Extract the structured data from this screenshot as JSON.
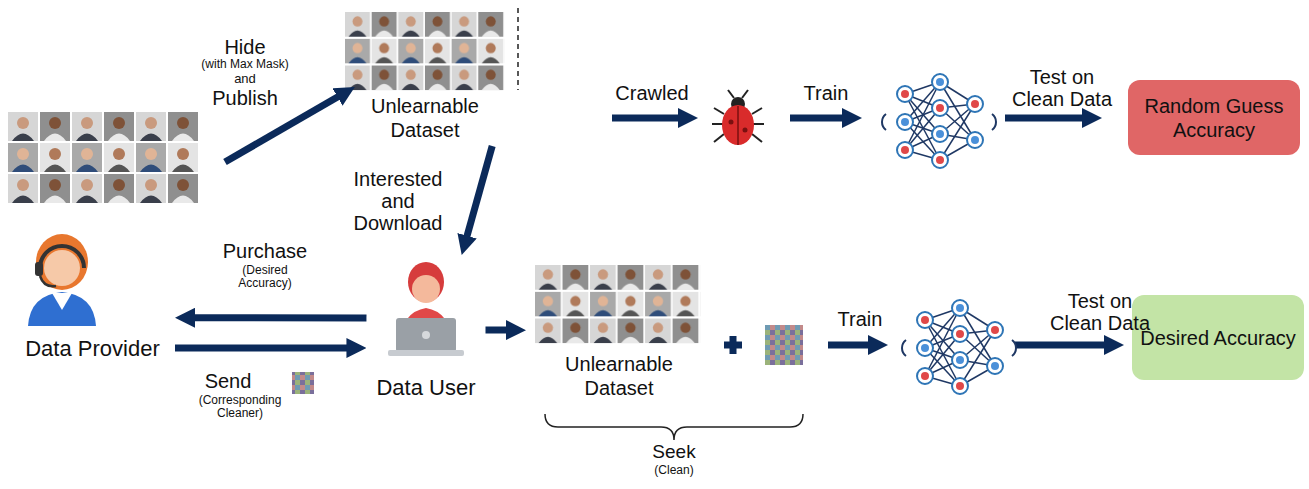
{
  "diagram": {
    "nodes": [
      {
        "text": [
          "Unlearnable Dataset"
        ]
      },
      {
        "text": [
          "Random Guess Accuracy"
        ]
      },
      {
        "text": [
          "Data Provider"
        ]
      },
      {
        "text": [
          "Data User"
        ]
      },
      {
        "text": [
          "Unlearnable Dataset"
        ]
      },
      {
        "text": [
          "Desired Accuracy"
        ]
      }
    ],
    "edges": [
      {
        "from": 0,
        "to": 3,
        "arrow": "to",
        "label": "Interested and Download"
      },
      {
        "from": 3,
        "to": 2,
        "arrow": "to",
        "label": "Purchase"
      },
      {
        "from": 2,
        "to": 3,
        "arrow": "to",
        "label": "Send"
      },
      {
        "from": 3,
        "to": 4,
        "arrow": "to"
      }
    ],
    "labels": [
      "Hide",
      "(with Max Mask)",
      "and",
      "Publish",
      "Crawled",
      "Train",
      "Test on Clean Data",
      "Train",
      "Test on Clean Data",
      "(Desired Accuracy)",
      "(Corresponding Cleaner)",
      "Seek",
      "(Clean)"
    ]
  }
}
